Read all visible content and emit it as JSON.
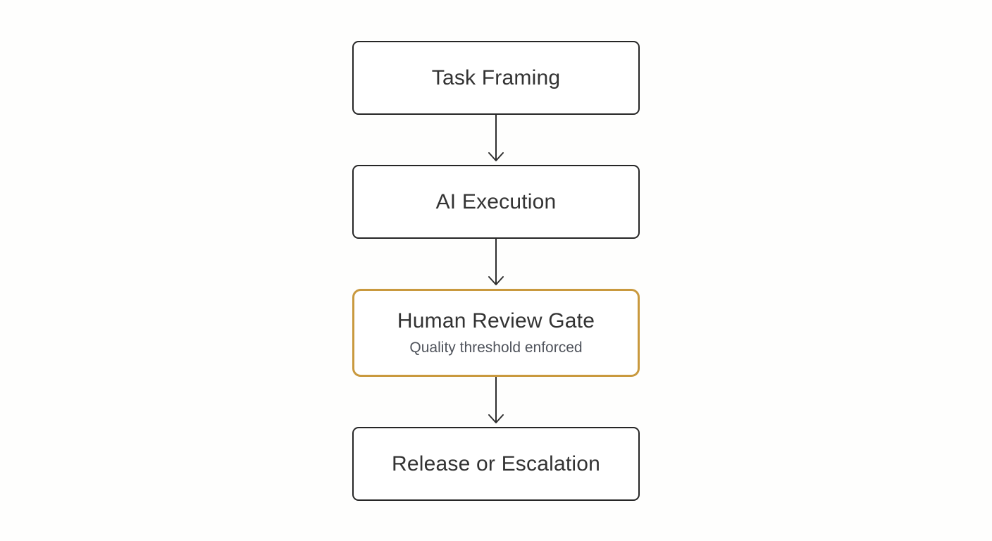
{
  "colors": {
    "background": "#fefefd",
    "node_border": "#262626",
    "node_title": "#333333",
    "node_subtitle": "#50545c",
    "accent_gold": "#c9993e",
    "arrow": "#2f2f2f"
  },
  "flow": {
    "type": "vertical-flowchart",
    "nodes": [
      {
        "label": "Task Framing",
        "highlighted": false
      },
      {
        "label": "AI Execution",
        "highlighted": false
      },
      {
        "label": "Human Review Gate",
        "subtitle": "Quality threshold enforced",
        "highlighted": true
      },
      {
        "label": "Release or Escalation",
        "highlighted": false
      }
    ],
    "connectors": [
      {
        "from": "Task Framing",
        "to": "AI Execution",
        "icon": "arrow-down-icon"
      },
      {
        "from": "AI Execution",
        "to": "Human Review Gate",
        "icon": "arrow-down-icon"
      },
      {
        "from": "Human Review Gate",
        "to": "Release or Escalation",
        "icon": "arrow-down-icon"
      }
    ]
  }
}
